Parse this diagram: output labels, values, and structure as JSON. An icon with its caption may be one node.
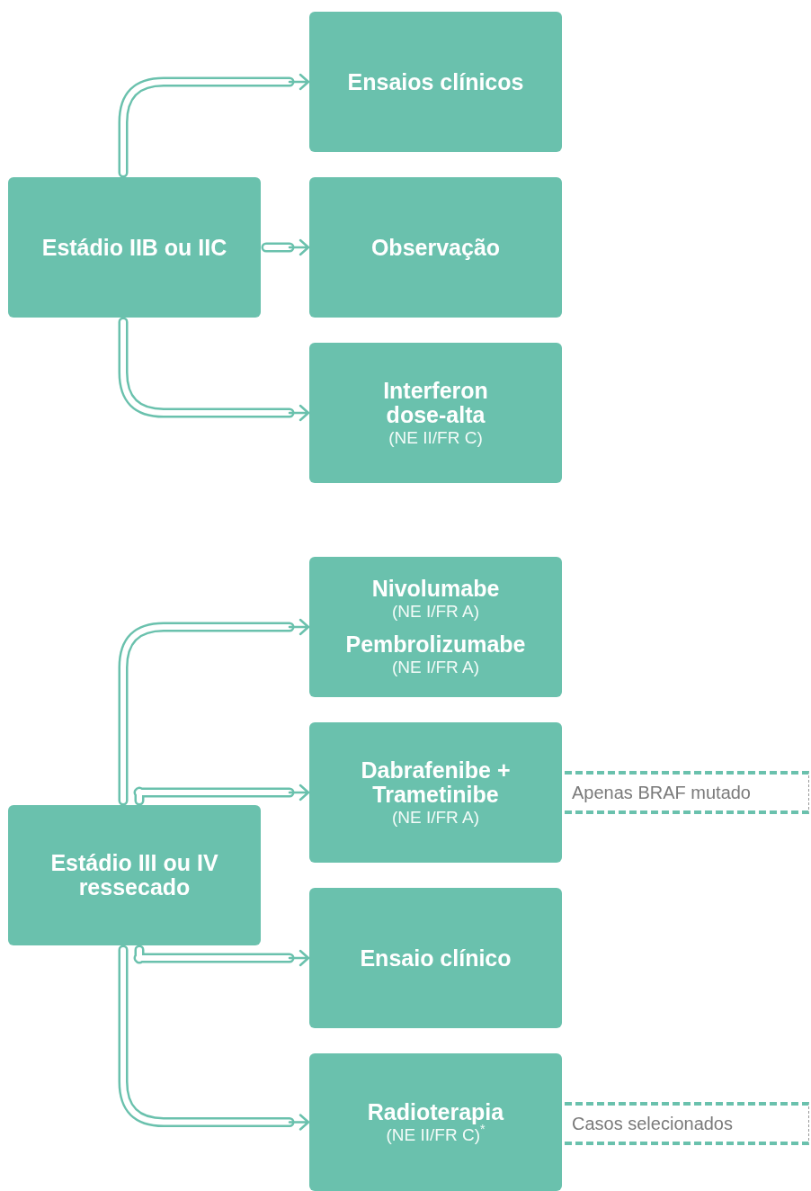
{
  "diagram": {
    "nodes": [
      {
        "text": [
          "Estádio IIB ou IIC"
        ]
      },
      {
        "text": [
          "Ensaios clínicos"
        ]
      },
      {
        "text": [
          "Observação"
        ]
      },
      {
        "text": [
          "Interferon dose-alta",
          "(NE II/FR C)"
        ]
      },
      {
        "text": [
          "Estádio III ou IV ressecado"
        ]
      },
      {
        "text": [
          "Nivolumabe",
          "(NE I/FR A)",
          "Pembrolizumabe",
          "(NE I/FR A)"
        ]
      },
      {
        "text": [
          "Dabrafenibe + Trametinibe",
          "(NE I/FR A)"
        ],
        "beside": [
          "Apenas BRAF mutado"
        ]
      },
      {
        "text": [
          "Ensaio clínico"
        ]
      },
      {
        "text": [
          "Radioterapia",
          "(NE II/FR C)$^{*}$"
        ],
        "beside": [
          "Casos selecionados"
        ]
      }
    ],
    "edges": [
      {
        "from": 0,
        "to": 1,
        "arrow": "to"
      },
      {
        "from": 0,
        "to": 2,
        "arrow": "to"
      },
      {
        "from": 0,
        "to": 3,
        "arrow": "to"
      },
      {
        "from": 4,
        "to": 5,
        "arrow": "to"
      },
      {
        "from": 4,
        "to": 6,
        "arrow": "to"
      },
      {
        "from": 4,
        "to": 7,
        "arrow": "to"
      },
      {
        "from": 4,
        "to": 8,
        "arrow": "to"
      }
    ]
  }
}
